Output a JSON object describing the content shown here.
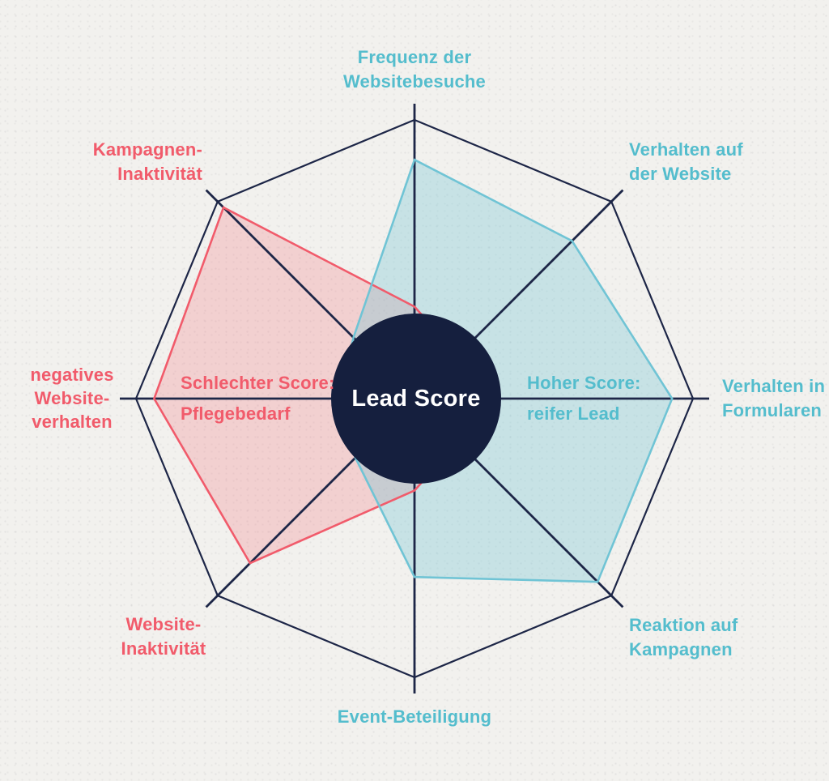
{
  "colors": {
    "background": "#f2f1ee",
    "navy": "#1d2647",
    "circle": "#151f3e",
    "teal": "#54bdcd",
    "teal_stroke": "#70c4d5",
    "red": "#f15b6b",
    "white": "#ffffff",
    "blue_fill": "rgba(112,196,213,0.33)",
    "red_fill": "rgba(241,91,107,0.22)"
  },
  "annotations": {
    "center": "Lead Score",
    "left": "Schlechter Score:\nPflegebedarf",
    "right": "Hoher Score:\nreifer Lead"
  },
  "chart_data": {
    "type": "radar",
    "title": "Lead Score",
    "grid_shape": "octagon",
    "grid_rings": 1,
    "scale": [
      0,
      1
    ],
    "legend_position": "inside",
    "axes": [
      {
        "label": "Frequenz der\nWebsitebesuche",
        "color": "teal"
      },
      {
        "label": "Verhalten auf\nder Website",
        "color": "teal"
      },
      {
        "label": "Verhalten in\nFormularen",
        "color": "teal"
      },
      {
        "label": "Reaktion auf\nKampagnen",
        "color": "teal"
      },
      {
        "label": "Event-Beteiligung",
        "color": "teal"
      },
      {
        "label": "Website-\nInaktivität",
        "color": "red"
      },
      {
        "label": "negatives\nWebsite-\nverhalten",
        "color": "red"
      },
      {
        "label": "Kampagnen-\nInaktivität",
        "color": "red"
      }
    ],
    "series": [
      {
        "name": "Schlechter Score: Pflegebedarf",
        "stroke": "red",
        "fill": "red_fill",
        "values": [
          0.33,
          0.22,
          0.2,
          0.22,
          0.33,
          0.835,
          0.935,
          0.97
        ]
      },
      {
        "name": "Hoher Score: reifer Lead",
        "stroke": "teal_stroke",
        "fill": "blue_fill",
        "values": [
          0.857,
          0.8,
          0.925,
          0.93,
          0.64,
          0.3,
          0.27,
          0.31
        ]
      }
    ]
  }
}
